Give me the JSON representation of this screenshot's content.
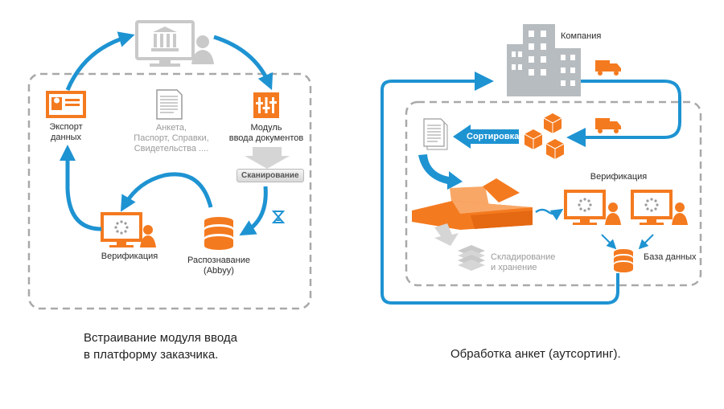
{
  "colors": {
    "accent": "#f47a1f",
    "flow": "#1e93d2",
    "icon_grey": "#c9c9c9",
    "frame": "#a9a9a9"
  },
  "left": {
    "export": "Экспорт\nданных",
    "docs": "Анкета,\nПаспорт, Справки,\nСвидетельства ....",
    "input_module": "Модуль\nввода документов",
    "scanning": "Сканирование",
    "verification": "Верификация",
    "recognition": "Распознавание\n(Abbyy)",
    "caption": "Встраивание модуля ввода\nв платформу заказчика."
  },
  "right": {
    "company": "Компания",
    "sorting": "Сортировка",
    "verification": "Верификация",
    "storage": "Складирование\nи хранение",
    "database": "База данных",
    "caption": "Обработка анкет (аутсортинг)."
  },
  "icons": [
    "bank-monitor-icon",
    "id-card-icon",
    "document-icon",
    "scanner-module-icon",
    "hourglass-icon",
    "database-icon",
    "verification-monitor-icon",
    "building-icon",
    "truck-icon",
    "boxes-icon",
    "stack-icon"
  ]
}
